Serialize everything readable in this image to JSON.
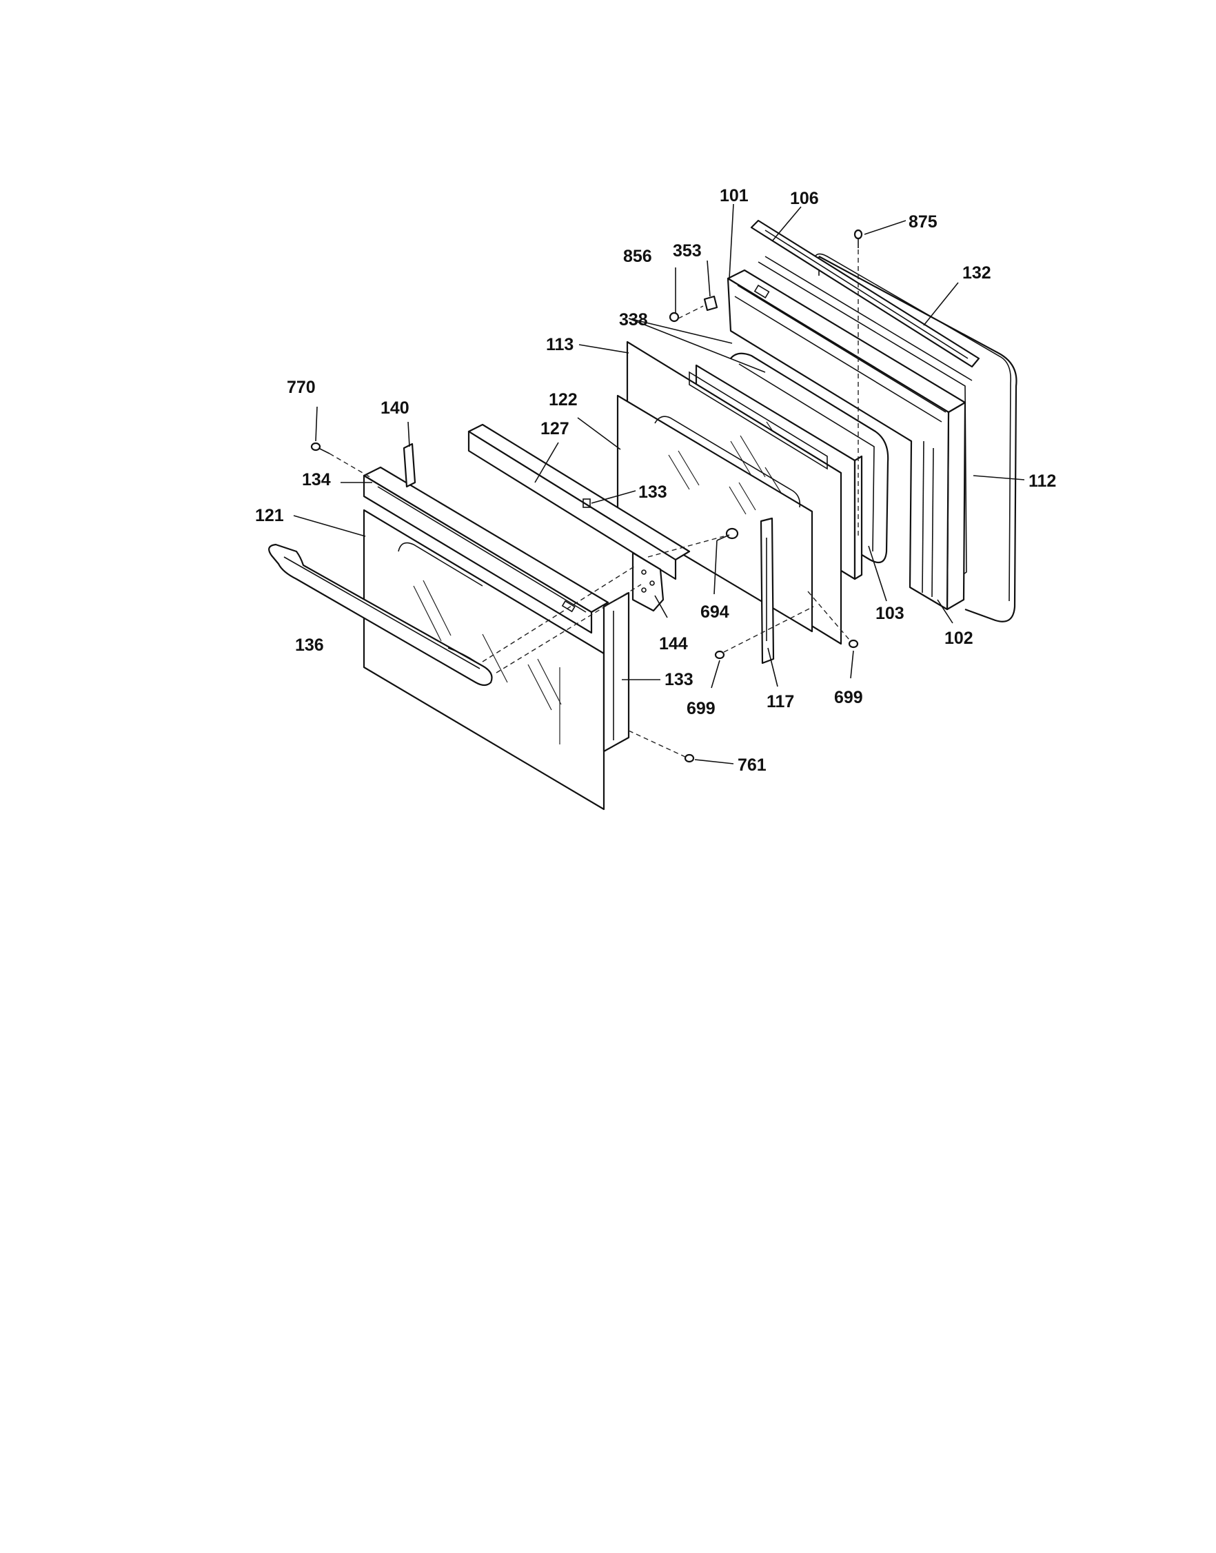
{
  "diagram": {
    "callouts": {
      "c101": "101",
      "c106": "106",
      "c875": "875",
      "c856": "856",
      "c353": "353",
      "c132": "132",
      "c338": "338",
      "c113": "113",
      "c770": "770",
      "c140": "140",
      "c122": "122",
      "c127": "127",
      "c134": "134",
      "c133a": "133",
      "c112": "112",
      "c121": "121",
      "c694": "694",
      "c103": "103",
      "c136": "136",
      "c144": "144",
      "c102": "102",
      "c133b": "133",
      "c699a": "699",
      "c117": "117",
      "c699b": "699",
      "c761": "761"
    }
  }
}
